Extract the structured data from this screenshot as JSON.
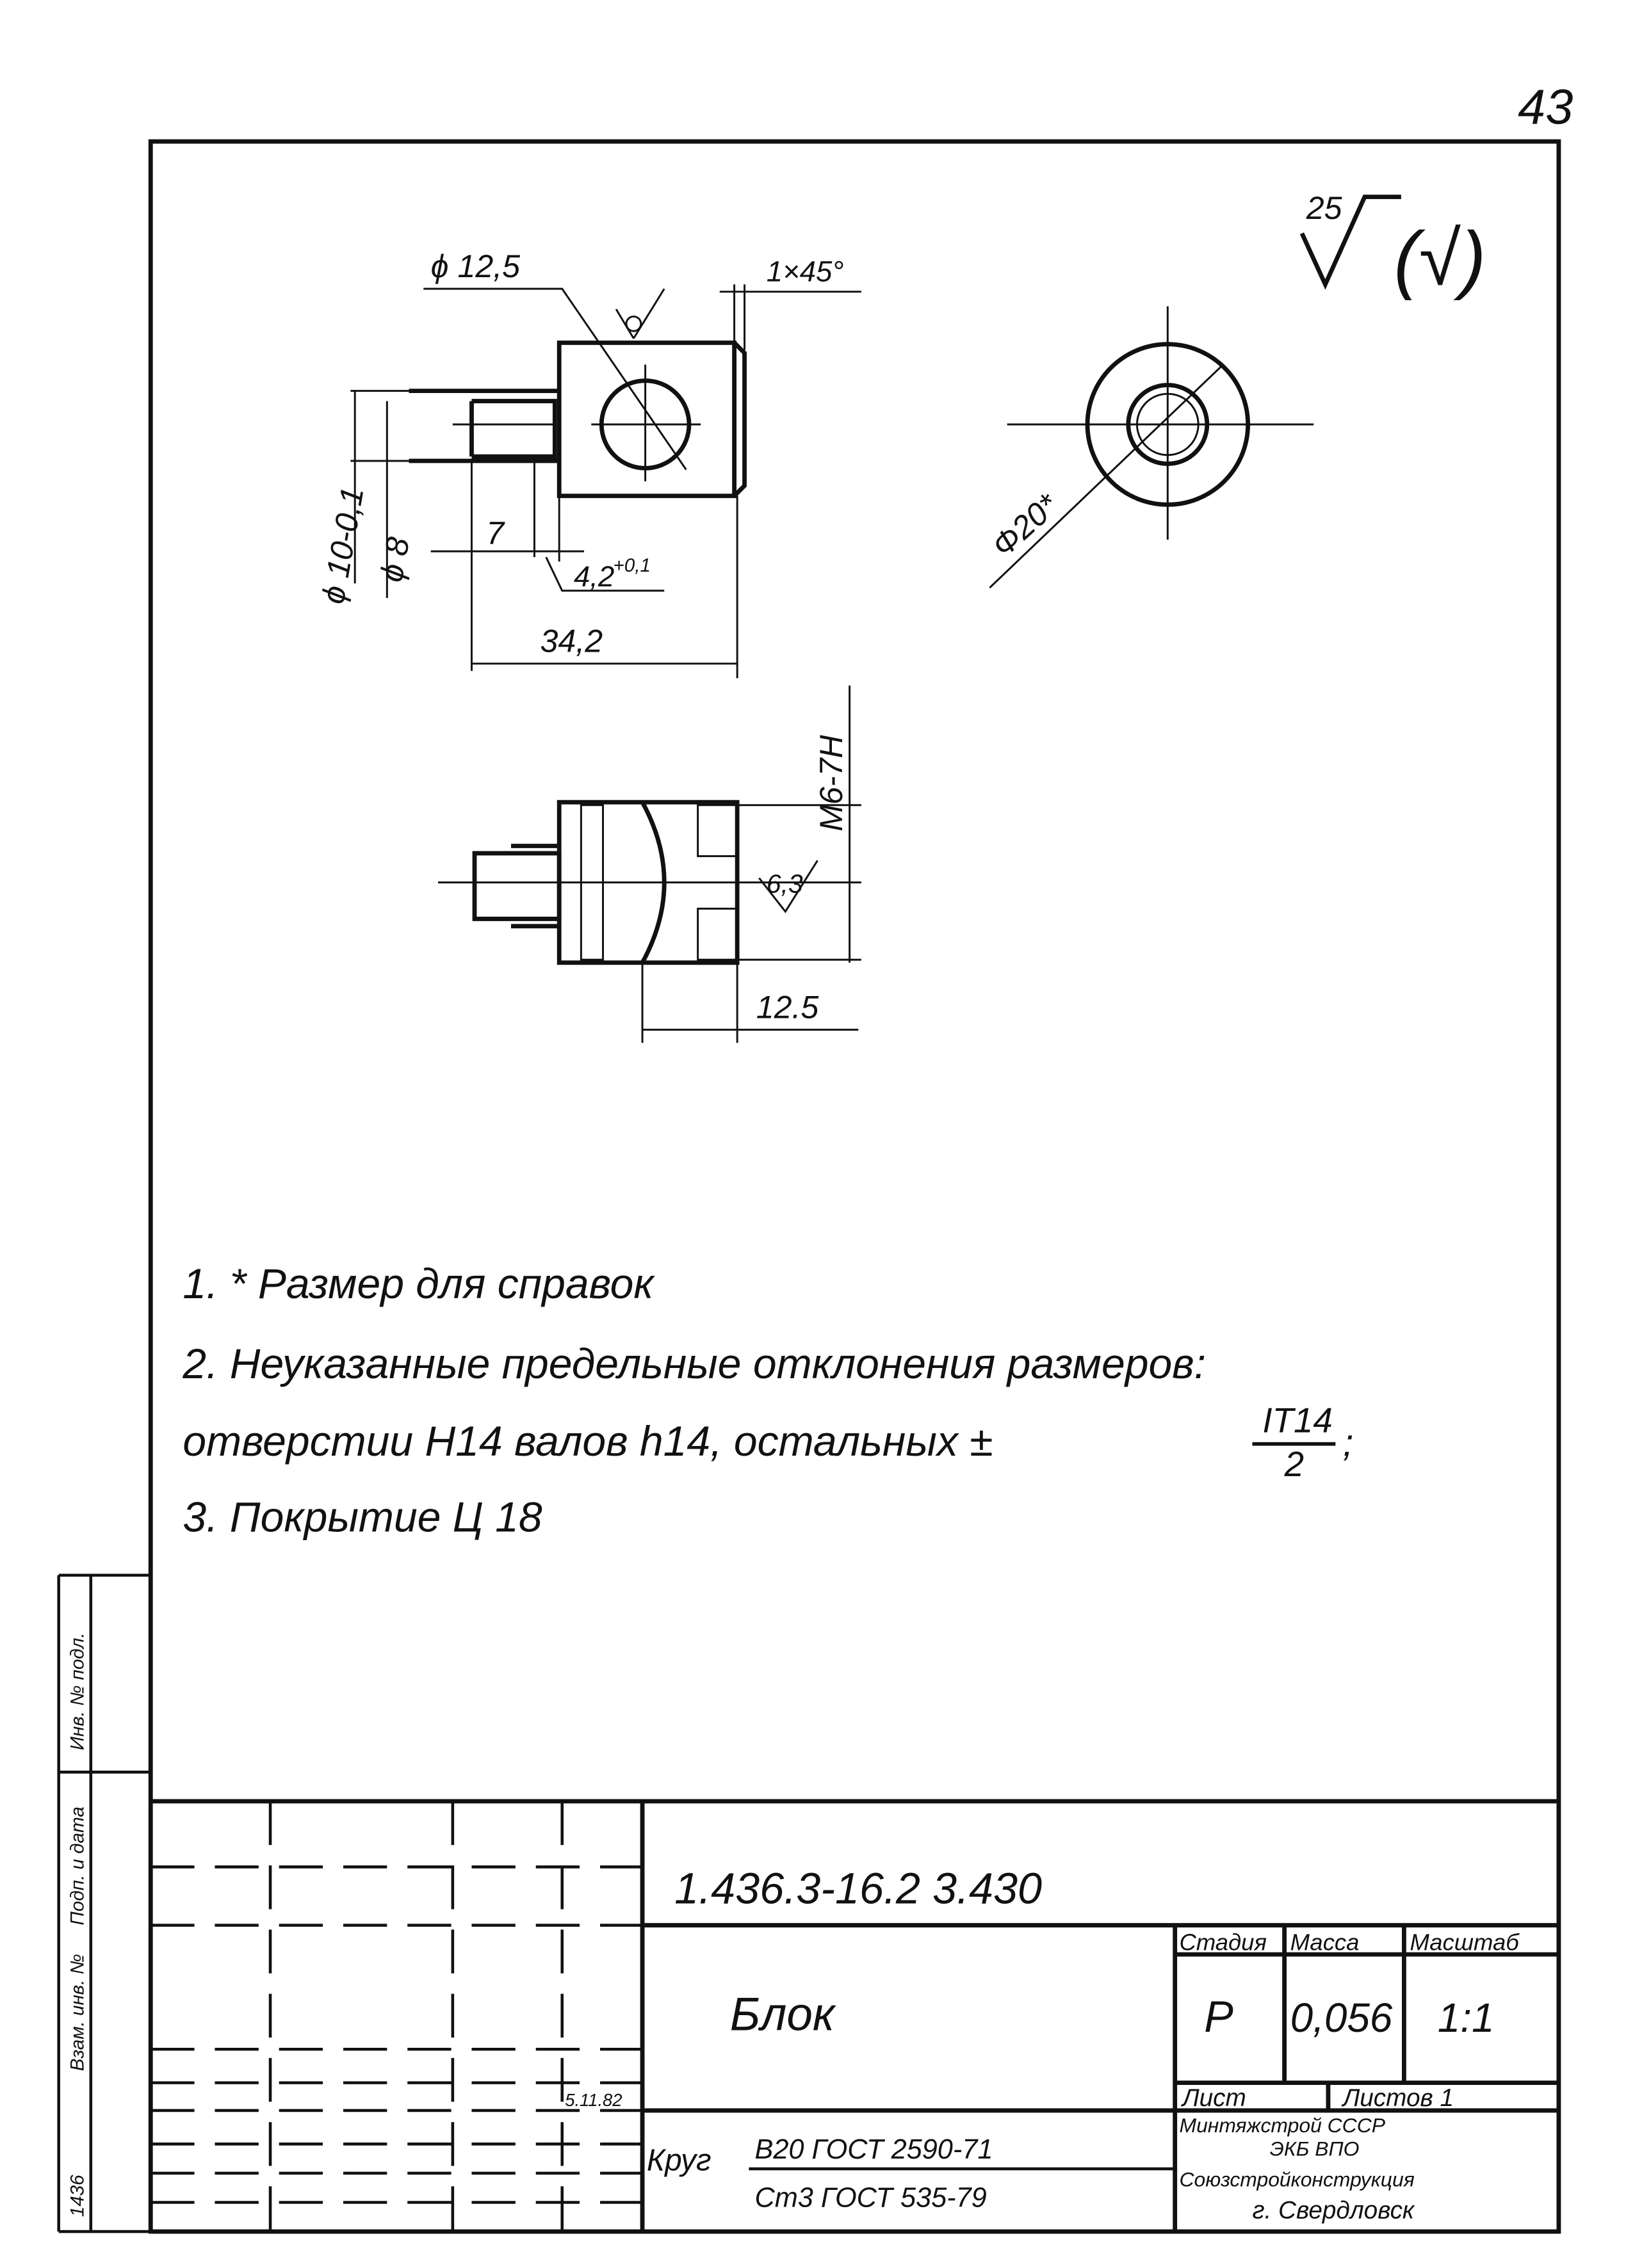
{
  "page_number": "43",
  "roughness": {
    "general": "25",
    "other": "(√)",
    "section_mark": "6,3"
  },
  "view1": {
    "dim_hole": "ϕ 12,5",
    "dim_chamfer": "1×45°",
    "dim_shaft": "ϕ 10-0,1",
    "dim_neck": "ϕ 8",
    "dim_7": "7",
    "dim_groove": "4,2",
    "dim_groove_tol": "+0,1",
    "dim_length": "34,2"
  },
  "view2": {
    "dim_diameter": "Φ20*"
  },
  "view3": {
    "thread": "M6-7H",
    "dim_width": "12.5"
  },
  "notes": [
    "1. * Размер для справок",
    "2. Неуказанные предельные отклонения размеров:",
    "отверстии H14 валов h14, остальных ±",
    "3. Покрытие Ц 18"
  ],
  "notes_fraction": {
    "numerator": "IT14",
    "denominator": "2",
    "tail": ";"
  },
  "title_block": {
    "designation": "1.436.3-16.2 3.430",
    "name": "Блок",
    "stage_label": "Стадия",
    "mass_label": "Масса",
    "scale_label": "Масштаб",
    "stage": "Р",
    "mass": "0,056",
    "scale": "1:1",
    "sheet_label": "Лист",
    "sheets_label": "Листов 1",
    "material_prefix": "Круг",
    "material_top": "В20 ГОСТ 2590-71",
    "material_bottom": "Ст3 ГОСТ 535-79",
    "org_1": "Минтяжстрой СССР",
    "org_2": "ЭКБ ВПО",
    "org_3": "Союзстройконструкция",
    "org_4": "г. Свердловск",
    "date": "5.11.82"
  },
  "side_strip": {
    "inv_orig": "Инв. № подл.",
    "sign_date": "Подп. и дата",
    "inv_dup": "Взам. инв. №",
    "code": "1436"
  }
}
